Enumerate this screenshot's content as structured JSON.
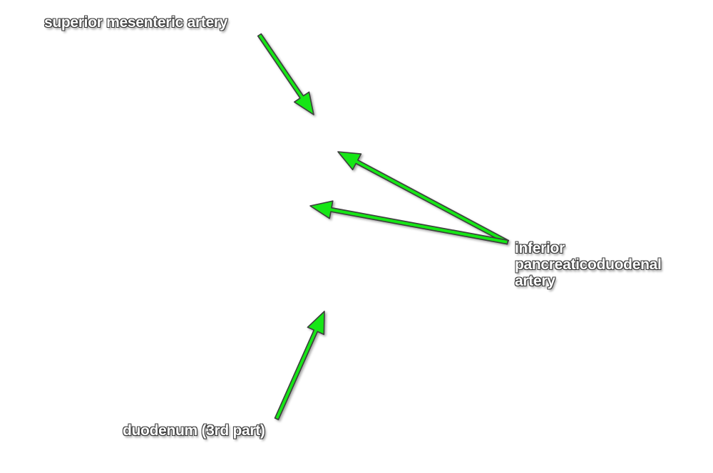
{
  "labels": {
    "superior_mesenteric_artery": "superior mesenteric artery",
    "inferior_pancreaticoduodenal_artery": [
      "inferior",
      "pancreaticoduodenal",
      "artery"
    ],
    "duodenum_3rd_part": "duodenum (3rd part)"
  },
  "colors": {
    "arrow_fill": "#19e619",
    "arrow_stroke": "#3c3c3c",
    "label_text": "#ffffff",
    "label_outline": "#3a3a3a",
    "background": "#ffffff"
  }
}
